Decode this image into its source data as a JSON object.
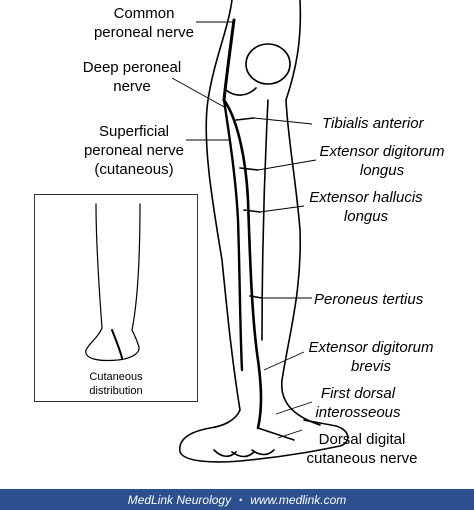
{
  "labels": {
    "common_peroneal": [
      "Common",
      "peroneal nerve"
    ],
    "deep_peroneal": [
      "Deep peroneal",
      "nerve"
    ],
    "superficial_peroneal": [
      "Superficial",
      "peroneal nerve",
      "(cutaneous)"
    ],
    "tibialis_anterior": "Tibialis anterior",
    "extensor_digitorum_longus": [
      "Extensor digitorum",
      "longus"
    ],
    "extensor_hallucis_longus": [
      "Extensor hallucis",
      "longus"
    ],
    "peroneus_tertius": "Peroneus tertius",
    "extensor_digitorum_brevis": [
      "Extensor digitorum",
      "brevis"
    ],
    "first_dorsal_interosseous": [
      "First dorsal",
      "interosseous"
    ],
    "dorsal_digital_cutaneous": [
      "Dorsal digital",
      "cutaneous nerve"
    ]
  },
  "inset": {
    "caption": [
      "Cutaneous",
      "distribution"
    ]
  },
  "footer": {
    "brand": "MedLink Neurology",
    "separator": "•",
    "url": "www.medlink.com"
  },
  "colors": {
    "line": "#000000",
    "footer_bg": "#2c4f8f",
    "footer_text": "#ffffff"
  }
}
